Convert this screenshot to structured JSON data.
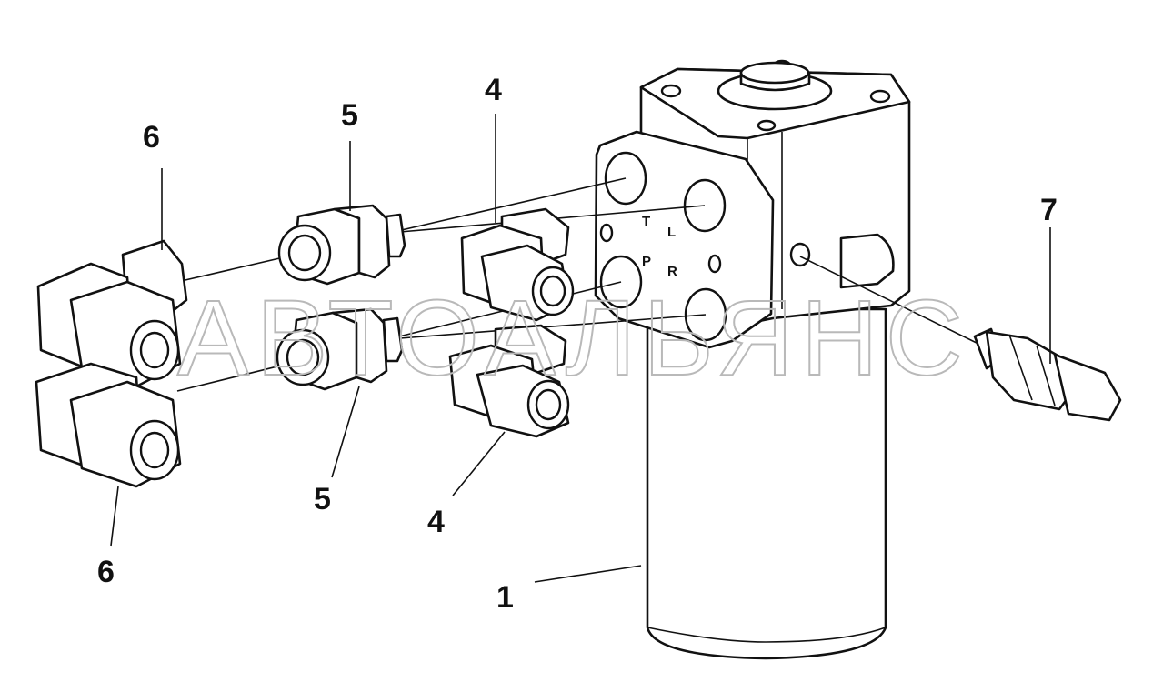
{
  "diagram": {
    "callouts": [
      "1",
      "4",
      "4",
      "5",
      "5",
      "6",
      "6",
      "7"
    ],
    "port_marks": [
      "T",
      "L",
      "P",
      "R"
    ],
    "watermark": "АВТОАЛЬЯНС"
  }
}
